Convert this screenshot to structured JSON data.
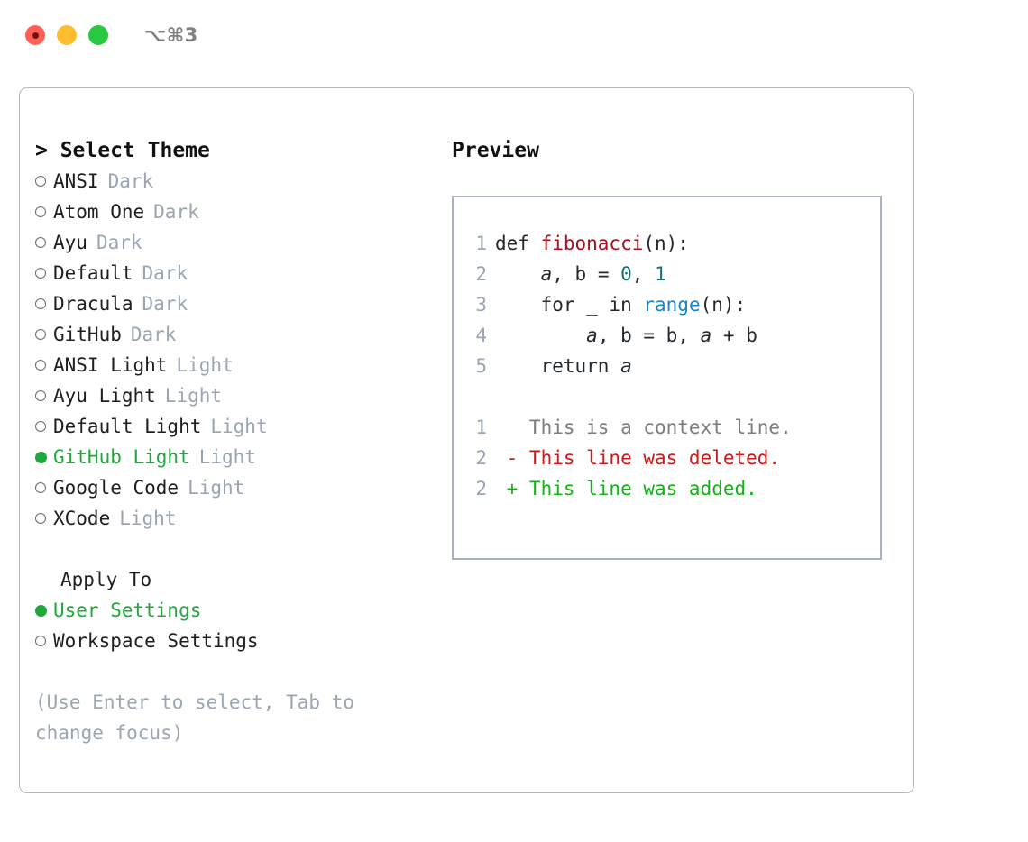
{
  "titlebar": {
    "shortcut": "⌥⌘3",
    "lights": [
      "close",
      "minimize",
      "zoom"
    ]
  },
  "theme_panel": {
    "heading": "> Select Theme",
    "options": [
      {
        "label": "ANSI",
        "tag": "Dark",
        "selected": false
      },
      {
        "label": "Atom One",
        "tag": "Dark",
        "selected": false
      },
      {
        "label": "Ayu",
        "tag": "Dark",
        "selected": false
      },
      {
        "label": "Default",
        "tag": "Dark",
        "selected": false
      },
      {
        "label": "Dracula",
        "tag": "Dark",
        "selected": false
      },
      {
        "label": "GitHub",
        "tag": "Dark",
        "selected": false
      },
      {
        "label": "ANSI Light",
        "tag": "Light",
        "selected": false
      },
      {
        "label": "Ayu Light",
        "tag": "Light",
        "selected": false
      },
      {
        "label": "Default Light",
        "tag": "Light",
        "selected": false
      },
      {
        "label": "GitHub Light",
        "tag": "Light",
        "selected": true
      },
      {
        "label": "Google Code",
        "tag": "Light",
        "selected": false
      },
      {
        "label": "XCode",
        "tag": "Light",
        "selected": false
      }
    ]
  },
  "apply_to": {
    "heading": "Apply To",
    "options": [
      {
        "label": "User Settings",
        "selected": true
      },
      {
        "label": "Workspace Settings",
        "selected": false
      }
    ]
  },
  "hint": "(Use Enter to select, Tab to change focus)",
  "preview": {
    "heading": "Preview",
    "code_lines": [
      {
        "number": "1",
        "tokens": [
          {
            "text": "def ",
            "kind": "plain"
          },
          {
            "text": "fibonacci",
            "kind": "fn"
          },
          {
            "text": "(n):",
            "kind": "plain"
          }
        ]
      },
      {
        "number": "2",
        "tokens": [
          {
            "text": "    ",
            "kind": "plain"
          },
          {
            "text": "a",
            "kind": "var"
          },
          {
            "text": ", ",
            "kind": "plain"
          },
          {
            "text": "b",
            "kind": "plain"
          },
          {
            "text": " = ",
            "kind": "plain"
          },
          {
            "text": "0",
            "kind": "num"
          },
          {
            "text": ", ",
            "kind": "plain"
          },
          {
            "text": "1",
            "kind": "num"
          }
        ]
      },
      {
        "number": "3",
        "tokens": [
          {
            "text": "    for _ in ",
            "kind": "plain"
          },
          {
            "text": "range",
            "kind": "call"
          },
          {
            "text": "(n):",
            "kind": "plain"
          }
        ]
      },
      {
        "number": "4",
        "tokens": [
          {
            "text": "        ",
            "kind": "plain"
          },
          {
            "text": "a",
            "kind": "var"
          },
          {
            "text": ", b = b, ",
            "kind": "plain"
          },
          {
            "text": "a",
            "kind": "var"
          },
          {
            "text": " + b",
            "kind": "plain"
          }
        ]
      },
      {
        "number": "5",
        "tokens": [
          {
            "text": "    return ",
            "kind": "plain"
          },
          {
            "text": "a",
            "kind": "var"
          }
        ]
      }
    ],
    "diff_lines": [
      {
        "number": "1",
        "kind": "ctx",
        "text": "   This is a context line."
      },
      {
        "number": "2",
        "kind": "del",
        "text": " - This line was deleted."
      },
      {
        "number": "2",
        "kind": "add",
        "text": " + This line was added."
      }
    ]
  },
  "colors": {
    "accent_green": "#1fa83c",
    "muted": "#9aa5b4",
    "border": "#a8b2c0",
    "diff_add": "#13b217",
    "diff_del": "#d01919",
    "token_fn": "#a3111f",
    "token_call": "#1a85c7",
    "token_num": "#0f7272",
    "light_red": "#ff5f57",
    "light_yellow": "#febc2e",
    "light_green": "#28c840"
  }
}
